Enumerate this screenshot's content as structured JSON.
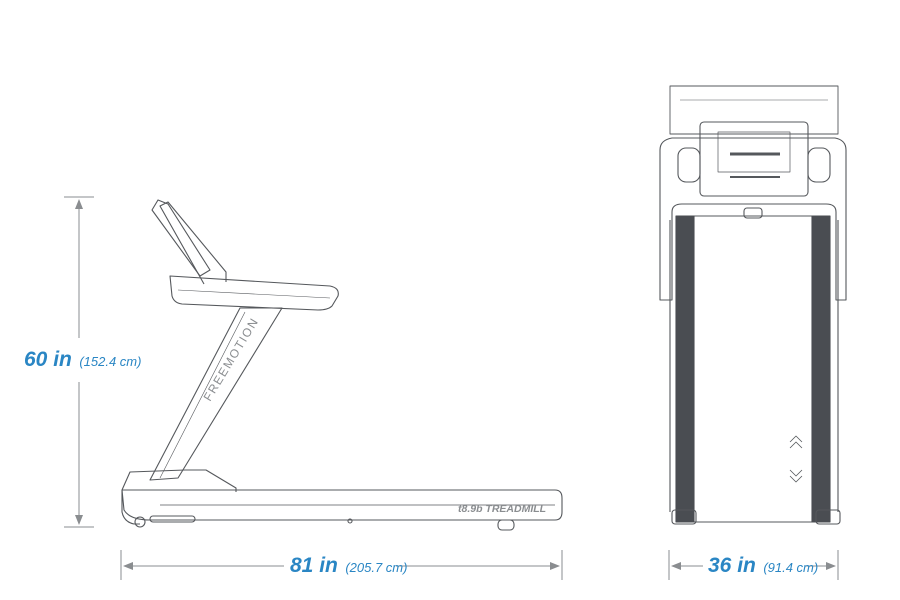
{
  "dimensions": {
    "height": {
      "value": "60 in",
      "metric": "(152.4 cm)"
    },
    "length": {
      "value": "81 in",
      "metric": "(205.7 cm)"
    },
    "width": {
      "value": "36 in",
      "metric": "(91.4 cm)"
    }
  },
  "treadmill": {
    "brand": "FREEMOTION",
    "model": "t8.9b TREADMILL"
  },
  "colors": {
    "accent": "#2a86c4",
    "outline": "#55585c",
    "belt_dark": "#4a4d52",
    "dim_line": "#8a8d90"
  }
}
